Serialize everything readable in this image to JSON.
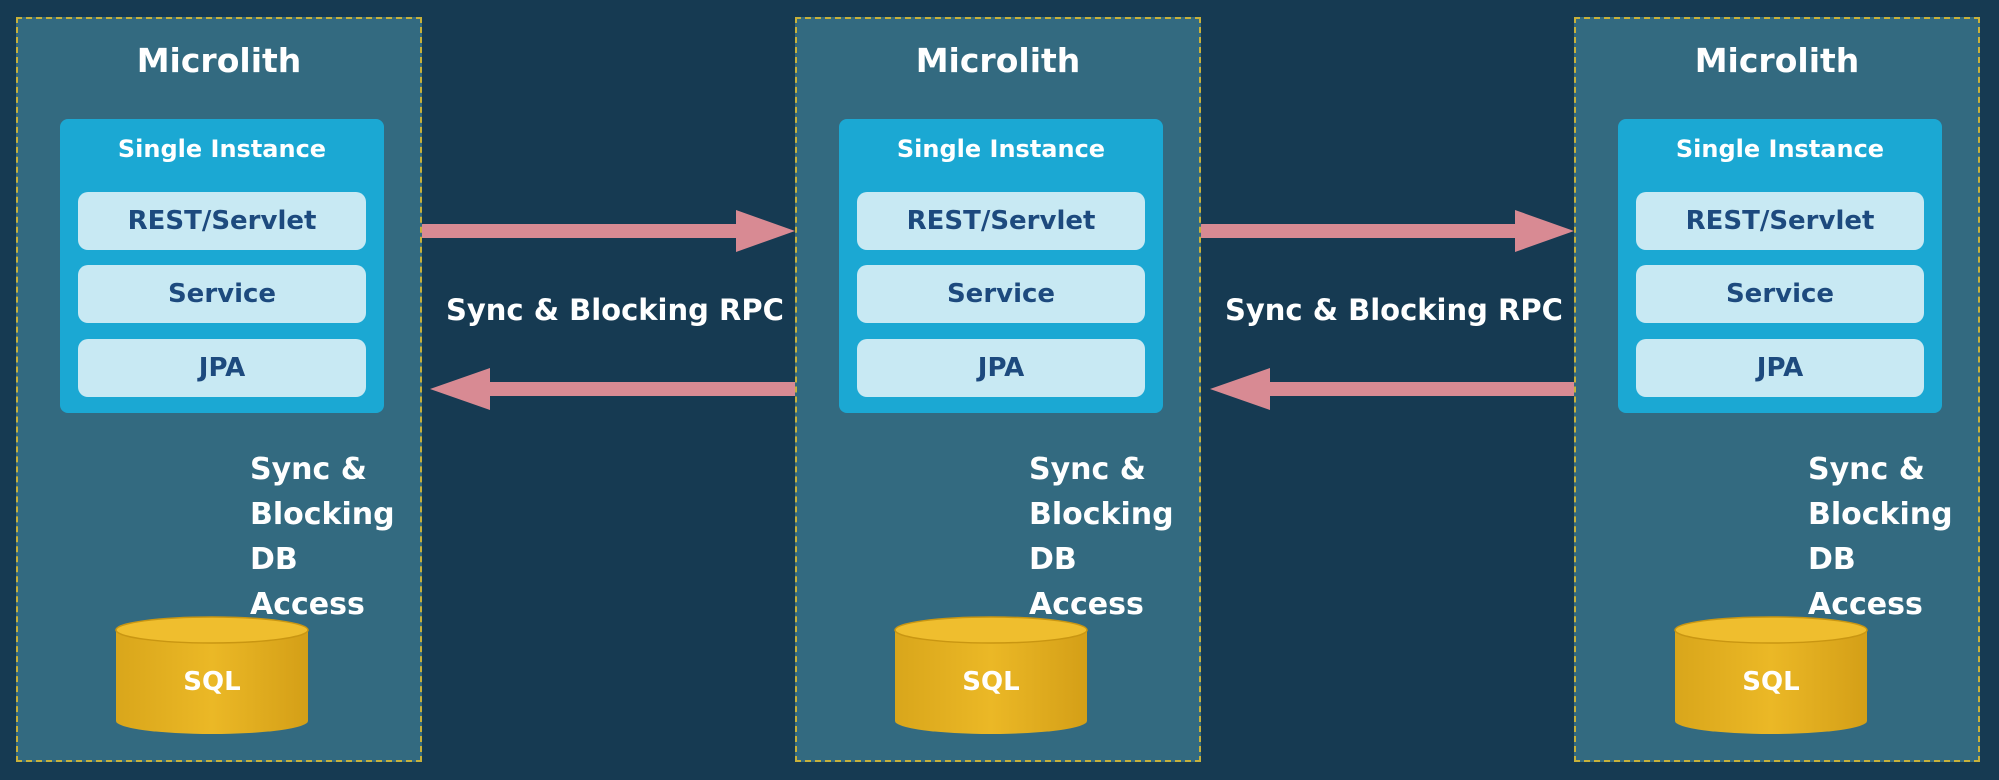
{
  "panels": [
    {
      "title": "Microlith",
      "instance": {
        "title": "Single Instance",
        "layers": [
          "REST/Servlet",
          "Service",
          "JPA"
        ]
      },
      "db": {
        "label": "SQL",
        "caption": [
          "Sync &",
          "Blocking",
          "DB Access"
        ]
      }
    },
    {
      "title": "Microlith",
      "instance": {
        "title": "Single Instance",
        "layers": [
          "REST/Servlet",
          "Service",
          "JPA"
        ]
      },
      "db": {
        "label": "SQL",
        "caption": [
          "Sync &",
          "Blocking",
          "DB Access"
        ]
      }
    },
    {
      "title": "Microlith",
      "instance": {
        "title": "Single Instance",
        "layers": [
          "REST/Servlet",
          "Service",
          "JPA"
        ]
      },
      "db": {
        "label": "SQL",
        "caption": [
          "Sync &",
          "Blocking",
          "DB Access"
        ]
      }
    }
  ],
  "connections": [
    {
      "label": "Sync & Blocking RPC"
    },
    {
      "label": "Sync & Blocking RPC"
    }
  ],
  "colors": {
    "background": "#163a52",
    "panel": "#336a80",
    "panel_border": "#c8b13a",
    "instance": "#1ba8d3",
    "layer": "#c8e9f3",
    "layer_text": "#1d4a7e",
    "arrow": "#d88a93",
    "database": "#e3b021"
  }
}
